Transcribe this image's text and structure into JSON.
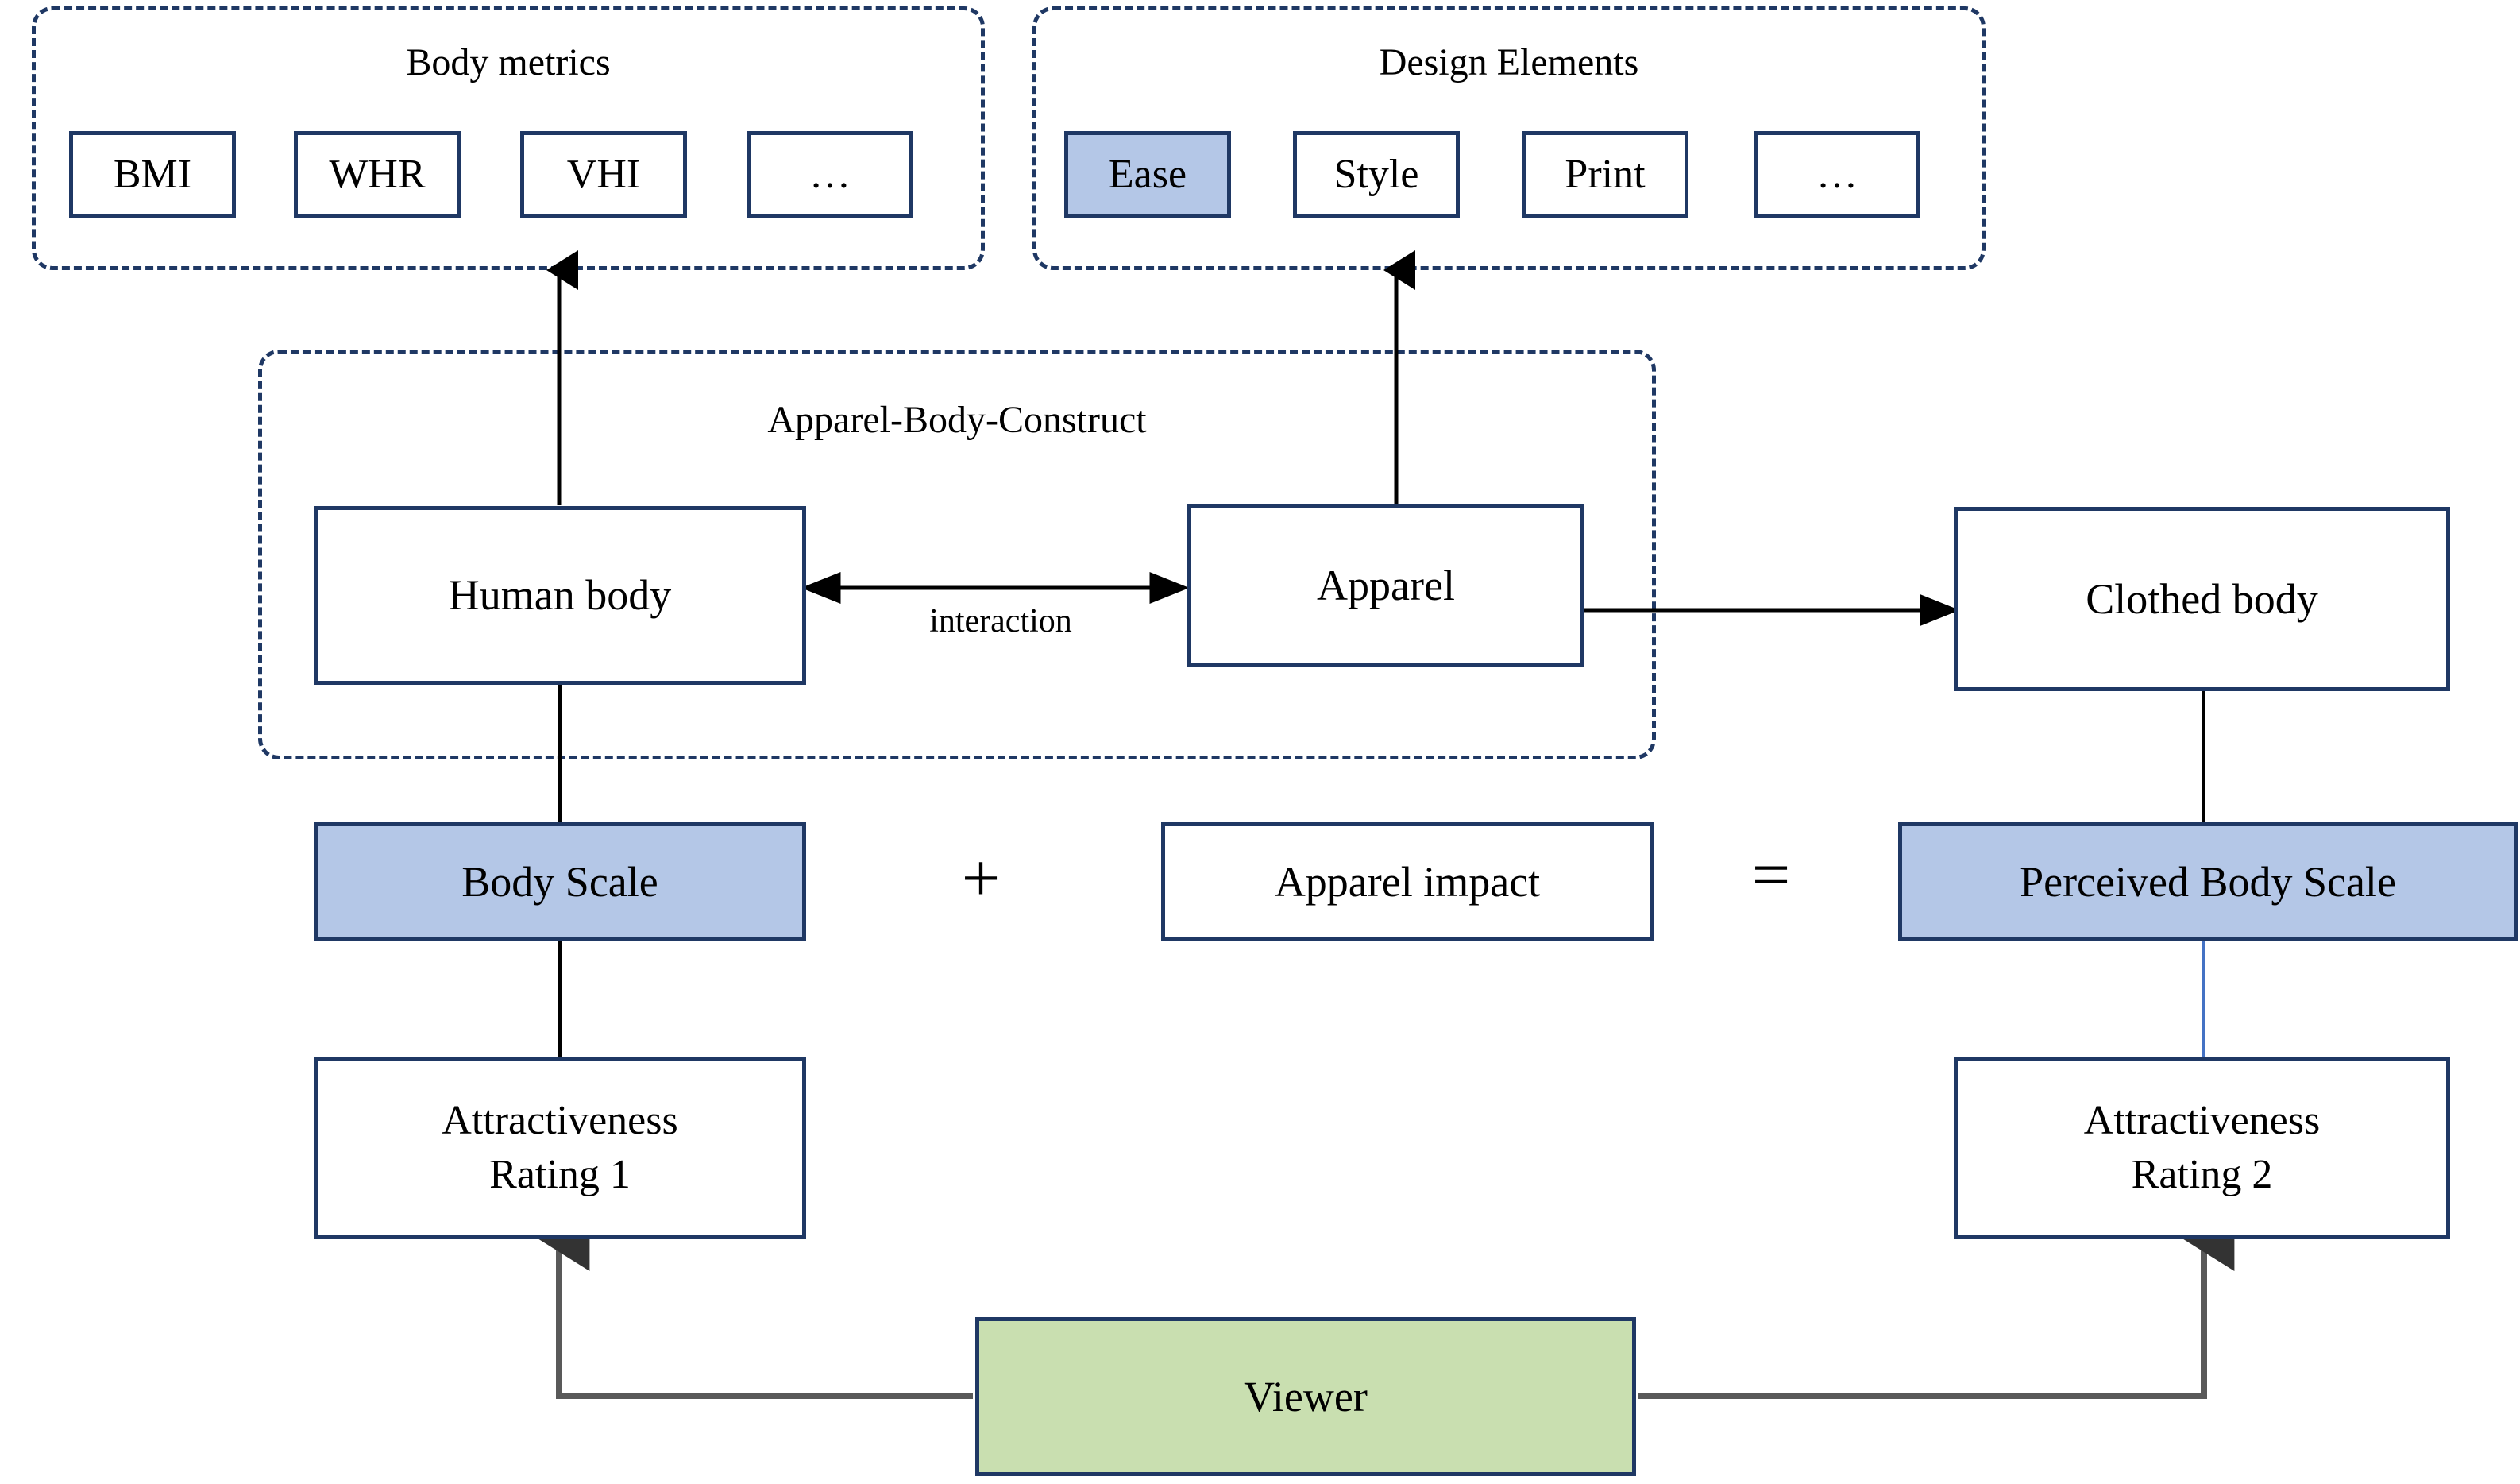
{
  "diagram": {
    "title": "Apparel-Body-Construct conceptual model",
    "colors": {
      "border_navy": "#1f3864",
      "fill_blue": "#b4c7e7",
      "fill_green": "#c9dfb0",
      "line_black": "#000000",
      "line_blue": "#4472c4",
      "line_gray": "#595959",
      "background": "#ffffff"
    }
  },
  "body_metrics_group": {
    "title": "Body metrics",
    "items": [
      {
        "label": "BMI",
        "highlighted": false
      },
      {
        "label": "WHR",
        "highlighted": false
      },
      {
        "label": "VHI",
        "highlighted": false
      },
      {
        "label": "…",
        "highlighted": false
      }
    ]
  },
  "design_elements_group": {
    "title": "Design Elements",
    "items": [
      {
        "label": "Ease",
        "highlighted": true
      },
      {
        "label": "Style",
        "highlighted": false
      },
      {
        "label": "Print",
        "highlighted": false
      },
      {
        "label": "…",
        "highlighted": false
      }
    ]
  },
  "construct_group": {
    "title": "Apparel-Body-Construct",
    "human_body": "Human body",
    "apparel": "Apparel",
    "interaction_label": "interaction"
  },
  "outcome": {
    "clothed_body": "Clothed body"
  },
  "equation_row": {
    "body_scale": "Body Scale",
    "plus": "+",
    "apparel_impact": "Apparel impact",
    "equals": "=",
    "perceived_body_scale": "Perceived Body Scale"
  },
  "ratings": {
    "rating_1_line_1": "Attractiveness",
    "rating_1_line_2": "Rating 1",
    "rating_2_line_1": "Attractiveness",
    "rating_2_line_2": "Rating 2"
  },
  "viewer": {
    "label": "Viewer"
  }
}
